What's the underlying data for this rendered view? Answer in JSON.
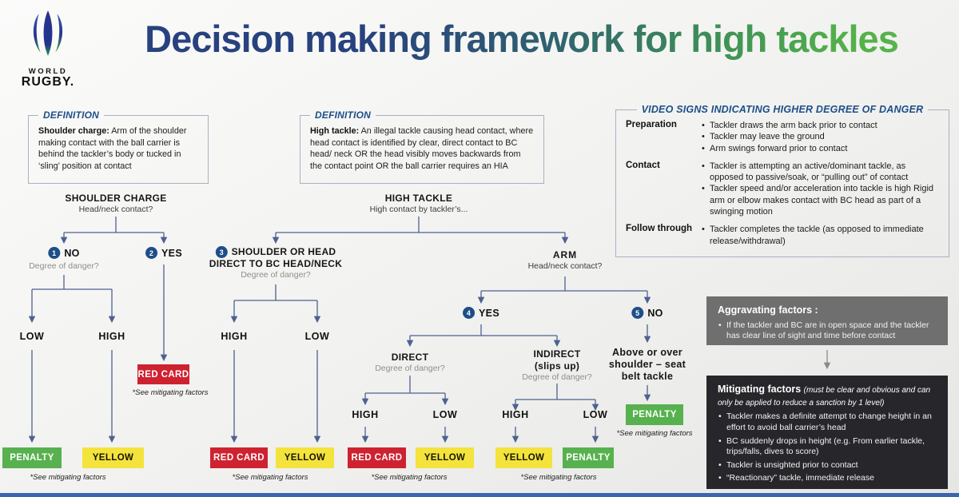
{
  "brand": {
    "word1": "WORLD",
    "word2": "RUGBY."
  },
  "title": "Decision making framework for high tackles",
  "colors": {
    "title_blue": "#27427e",
    "title_green": "#5cb94a",
    "accent_blue": "#1d4e89",
    "line_blue": "#4e6191",
    "red": "#cf2231",
    "yellow": "#f4e33d",
    "green": "#57b14e",
    "aggravating_bg": "#6f6f6f",
    "mitigating_bg": "#27262a"
  },
  "definitions": {
    "shoulder": {
      "legend": "DEFINITION",
      "term": "Shoulder charge:",
      "text": " Arm of the shoulder making contact with the ball carrier is behind the tackler’s body or tucked in ‘sling’ position at contact"
    },
    "high": {
      "legend": "DEFINITION",
      "term": "High tackle:",
      "text": " An illegal tackle causing head contact, where head contact is identified by clear, direct contact to BC head/ neck OR the head visibly moves backwards from the contact point OR the ball carrier requires an HIA"
    }
  },
  "video_signs": {
    "legend": "VIDEO SIGNS INDICATING HIGHER DEGREE OF DANGER",
    "rows": [
      {
        "label": "Preparation",
        "bullets": [
          "Tackler draws the arm back prior to contact",
          "Tackler may leave the ground",
          "Arm swings forward prior to contact"
        ]
      },
      {
        "label": "Contact",
        "bullets": [
          "Tackler is attempting an active/dominant tackle, as opposed to passive/soak, or “pulling out” of contact",
          "Tackler speed and/or acceleration into tackle is high Rigid arm or elbow makes contact with BC head as part of a swinging motion"
        ]
      },
      {
        "label": "Follow through",
        "bullets": [
          "Tackler completes the tackle (as opposed to immediate release/withdrawal)"
        ]
      }
    ]
  },
  "flow": {
    "shoulder_charge": {
      "title": "SHOULDER CHARGE",
      "subtitle": "Head/neck contact?"
    },
    "high_tackle": {
      "title": "HIGH TACKLE",
      "subtitle": "High contact by tackler’s..."
    },
    "n1": {
      "num": "1",
      "label": "NO",
      "subtitle": "Degree of danger?"
    },
    "n2": {
      "num": "2",
      "label": "YES"
    },
    "n3": {
      "num": "3",
      "line1": "SHOULDER OR HEAD",
      "line2": "DIRECT TO BC HEAD/NECK",
      "subtitle": "Degree of danger?"
    },
    "arm": {
      "title": "ARM",
      "subtitle": "Head/neck contact?"
    },
    "n4": {
      "num": "4",
      "label": "YES"
    },
    "n5": {
      "num": "5",
      "label": "NO"
    },
    "direct": {
      "title": "DIRECT",
      "subtitle": "Degree of danger?"
    },
    "indirect": {
      "title": "INDIRECT",
      "title2": "(slips up)",
      "subtitle": "Degree of danger?"
    },
    "seatbelt": {
      "line1": "Above or over",
      "line2": "shoulder – seat",
      "line3": "belt tackle"
    },
    "low": "LOW",
    "high": "HIGH"
  },
  "outcomes": {
    "penalty": "PENALTY",
    "yellow": "YELLOW",
    "red_card": "RED CARD",
    "see_note": "*See mitigating factors"
  },
  "aggravating": {
    "title": "Aggravating factors :",
    "bullets": [
      "If the tackler and BC are in open space and the tackler has clear line of sight and time before contact"
    ]
  },
  "mitigating": {
    "title": "Mitigating factors ",
    "note": "(must be clear and obvious and can only be applied to reduce a sanction by 1 level)",
    "bullets": [
      "Tackler makes a definite attempt to change height in an effort to avoid ball carrier’s head",
      "BC suddenly drops in height  (e.g. From earlier tackle, trips/falls, dives to score)",
      "Tackler is unsighted  prior to contact",
      "“Reactionary” tackle, immediate release"
    ]
  }
}
